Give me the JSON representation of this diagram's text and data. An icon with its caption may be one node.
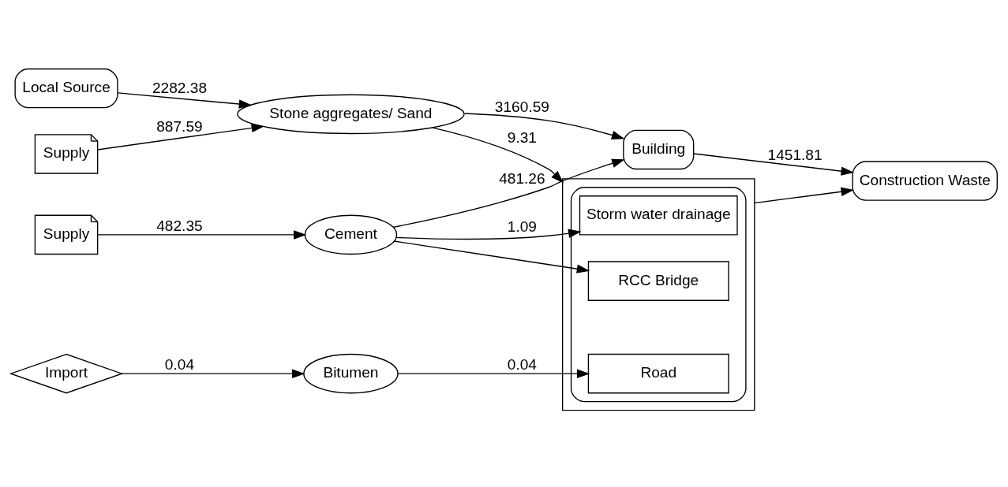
{
  "diagram": {
    "nodes": [
      {
        "text": [
          "Local Source"
        ]
      },
      {
        "text": [
          "Supply"
        ]
      },
      {
        "text": [
          "Supply"
        ]
      },
      {
        "text": [
          "Import"
        ]
      },
      {
        "text": [
          "Stone aggregates/ Sand"
        ]
      },
      {
        "text": [
          "Cement"
        ]
      },
      {
        "text": [
          "Bitumen"
        ]
      },
      {
        "text": [
          "Building"
        ]
      },
      {
        "text": [],
        "shape": "box"
      },
      {
        "text": [],
        "shape": "box",
        "in": 8
      },
      {
        "text": [
          "Storm water drainage"
        ],
        "in": 9
      },
      {
        "text": [
          "Road"
        ],
        "in": 9
      },
      {
        "text": [
          "RCC Bridge"
        ],
        "in": 9
      },
      {
        "text": [
          "Construction Waste"
        ]
      }
    ],
    "edges": [
      {
        "from": 0,
        "to": 4,
        "arrow": "to",
        "label": "2282.38"
      },
      {
        "from": 1,
        "to": 4,
        "arrow": "to",
        "label": "887.59"
      },
      {
        "from": 2,
        "to": 5,
        "arrow": "to",
        "label": "482.35"
      },
      {
        "from": 3,
        "to": 6,
        "arrow": "to",
        "label": "0.04"
      },
      {
        "from": 4,
        "to": 7,
        "arrow": "to",
        "label": "3160.59"
      },
      {
        "from": 5,
        "to": 7,
        "arrow": "to",
        "label": "481.26"
      },
      {
        "from": 4,
        "to": 8,
        "arrow": "to",
        "label": "9.31"
      },
      {
        "from": 5,
        "to": 10,
        "arrow": "to",
        "label": "1.09"
      },
      {
        "from": 5,
        "to": 12,
        "arrow": "to"
      },
      {
        "from": 6,
        "to": 11,
        "arrow": "to",
        "label": "0.04"
      },
      {
        "from": 7,
        "to": 13,
        "arrow": "to",
        "label": "1451.81"
      },
      {
        "from": 8,
        "to": 13,
        "arrow": "to"
      }
    ]
  }
}
